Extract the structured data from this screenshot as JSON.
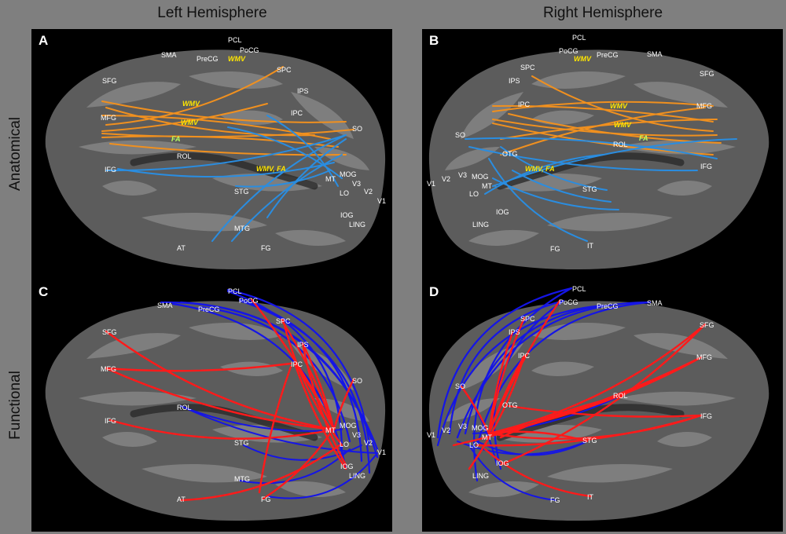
{
  "columns": {
    "left": "Left Hemisphere",
    "right": "Right Hemisphere"
  },
  "rows": {
    "top": "Anatomical",
    "bottom": "Functional"
  },
  "colors": {
    "background": "#7f7f7f",
    "panel": "#000000",
    "cortex_dark": "#5c5c5c",
    "cortex_light": "#9a9a9a",
    "tract_orange": "#f0901f",
    "tract_light_blue": "#2a8de0",
    "conn_red": "#ff1a1a",
    "conn_blue": "#1515e6",
    "note_yellow": "#ffe600",
    "note_green": "#b9ff5e"
  },
  "panels": {
    "A": {
      "letter": "A",
      "regions": [
        "SMA",
        "PCL",
        "PoCG",
        "PreCG",
        "SPC",
        "IPS",
        "SFG",
        "MFG",
        "IPC",
        "SO",
        "IFG",
        "ROL",
        "MOG",
        "MT",
        "V3",
        "LO",
        "V2",
        "V1",
        "STG",
        "IOG",
        "LING",
        "MTG",
        "AT",
        "FG"
      ],
      "notes": [
        {
          "text": "WMV",
          "color": "yellow"
        },
        {
          "text": "WMV",
          "color": "yellow"
        },
        {
          "text": "WMV",
          "color": "yellow"
        },
        {
          "text": "FA",
          "color": "green"
        },
        {
          "text": "WMV, FA",
          "color": "yellow"
        }
      ]
    },
    "B": {
      "letter": "B",
      "regions": [
        "PCL",
        "PoCG",
        "PreCG",
        "SMA",
        "SPC",
        "IPS",
        "SFG",
        "IPC",
        "MFG",
        "SO",
        "ROL",
        "OTG",
        "IFG",
        "V1",
        "V2",
        "V3",
        "MOG",
        "MT",
        "LO",
        "STG",
        "IOG",
        "LING",
        "IT",
        "FG"
      ],
      "notes": [
        {
          "text": "WMV",
          "color": "yellow"
        },
        {
          "text": "WMV",
          "color": "yellow"
        },
        {
          "text": "WMV",
          "color": "yellow"
        },
        {
          "text": "FA",
          "color": "green"
        },
        {
          "text": "WMV, FA",
          "color": "yellow"
        }
      ]
    },
    "C": {
      "letter": "C",
      "regions": [
        "PCL",
        "SMA",
        "PoCG",
        "PreCG",
        "SPC",
        "SFG",
        "IPS",
        "MFG",
        "IPC",
        "SO",
        "ROL",
        "IFG",
        "MOG",
        "MT",
        "V3",
        "STG",
        "LO",
        "V2",
        "V1",
        "IOG",
        "LING",
        "MTG",
        "AT",
        "FG"
      ]
    },
    "D": {
      "letter": "D",
      "regions": [
        "PCL",
        "PoCG",
        "PreCG",
        "SMA",
        "SPC",
        "SFG",
        "IPS",
        "IPC",
        "MFG",
        "SO",
        "OTG",
        "ROL",
        "IFG",
        "V3",
        "MOG",
        "V1",
        "V2",
        "MT",
        "LO",
        "STG",
        "IOG",
        "LING",
        "FG",
        "IT"
      ]
    }
  }
}
